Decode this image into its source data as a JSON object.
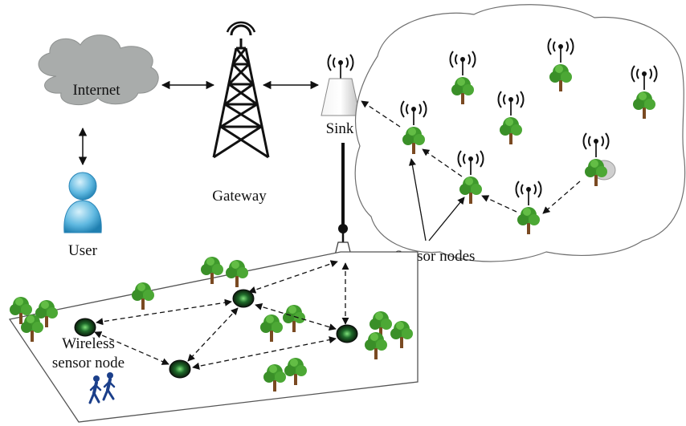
{
  "labels": {
    "internet": "Internet",
    "gateway": "Gateway",
    "sink": "Sink",
    "user": "User",
    "sensor_nodes": "Sensor nodes",
    "wireless_line1": "Wireless",
    "wireless_line2": "sensor node"
  },
  "colors": {
    "cloud_internet": "#a9acab",
    "tree_foliage": "#3f9a2c",
    "tree_trunk": "#7a4a22",
    "sensor_node": "#1f6b2a",
    "user_body": "#5fb8e0",
    "walker": "#1b3f8a"
  },
  "icons": [
    "cloud-icon",
    "tower-icon",
    "sink-icon",
    "user-icon",
    "antenna-icon",
    "tree-icon",
    "walker-icon"
  ]
}
